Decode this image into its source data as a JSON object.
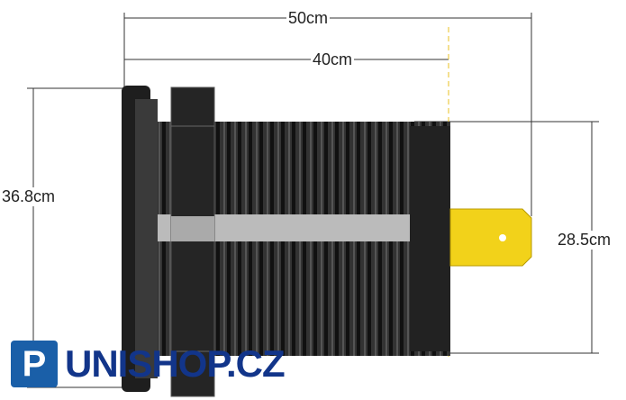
{
  "dimensions": {
    "total_length": "50cm",
    "body_length": "40cm",
    "flange_height": "36.8cm",
    "body_diameter": "28.5cm"
  },
  "logo": {
    "mark": "P",
    "text": "UNISHOP.CZ"
  },
  "colors": {
    "body": "#2a2a2a",
    "terminal": "#f2d21a",
    "logo": "#12358a"
  }
}
